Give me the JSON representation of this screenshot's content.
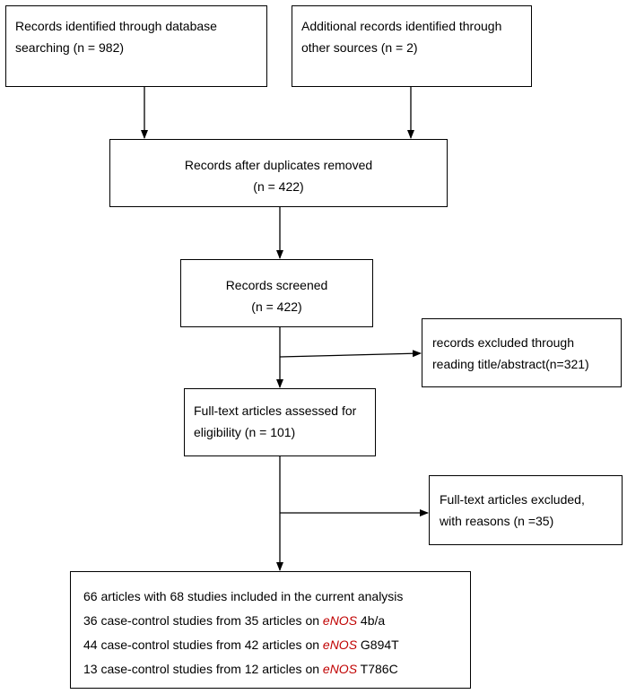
{
  "boxes": {
    "db_search": {
      "lines": [
        "Records identified through database",
        "searching (n = 982)"
      ]
    },
    "other_sources": {
      "lines": [
        "Additional records identified through",
        "other sources (n = 2)"
      ]
    },
    "after_duplicates": {
      "lines": [
        "Records after duplicates removed",
        "(n = 422)"
      ]
    },
    "screened": {
      "lines": [
        "Records screened",
        "(n = 422)"
      ]
    },
    "excluded_title": {
      "lines": [
        "records excluded through",
        "reading title/abstract(n=321)"
      ]
    },
    "fulltext": {
      "lines": [
        "Full-text articles assessed for",
        "eligibility (n = 101)"
      ]
    },
    "fulltext_excluded": {
      "lines": [
        "Full-text articles excluded,",
        "with reasons (n =35)"
      ]
    },
    "included": {
      "line1": "66 articles with 68 studies included in the current analysis",
      "rows": [
        {
          "prefix": "36 case-control studies from 35 articles on ",
          "gene": "eNOS",
          "suffix": " 4b/a"
        },
        {
          "prefix": "44 case-control studies from 42 articles on ",
          "gene": "eNOS",
          "suffix": " G894T"
        },
        {
          "prefix": "13 case-control studies from 12 articles on ",
          "gene": "eNOS",
          "suffix": " T786C"
        }
      ]
    }
  },
  "colors": {
    "gene_highlight": "#c00000",
    "stroke": "#000000"
  }
}
